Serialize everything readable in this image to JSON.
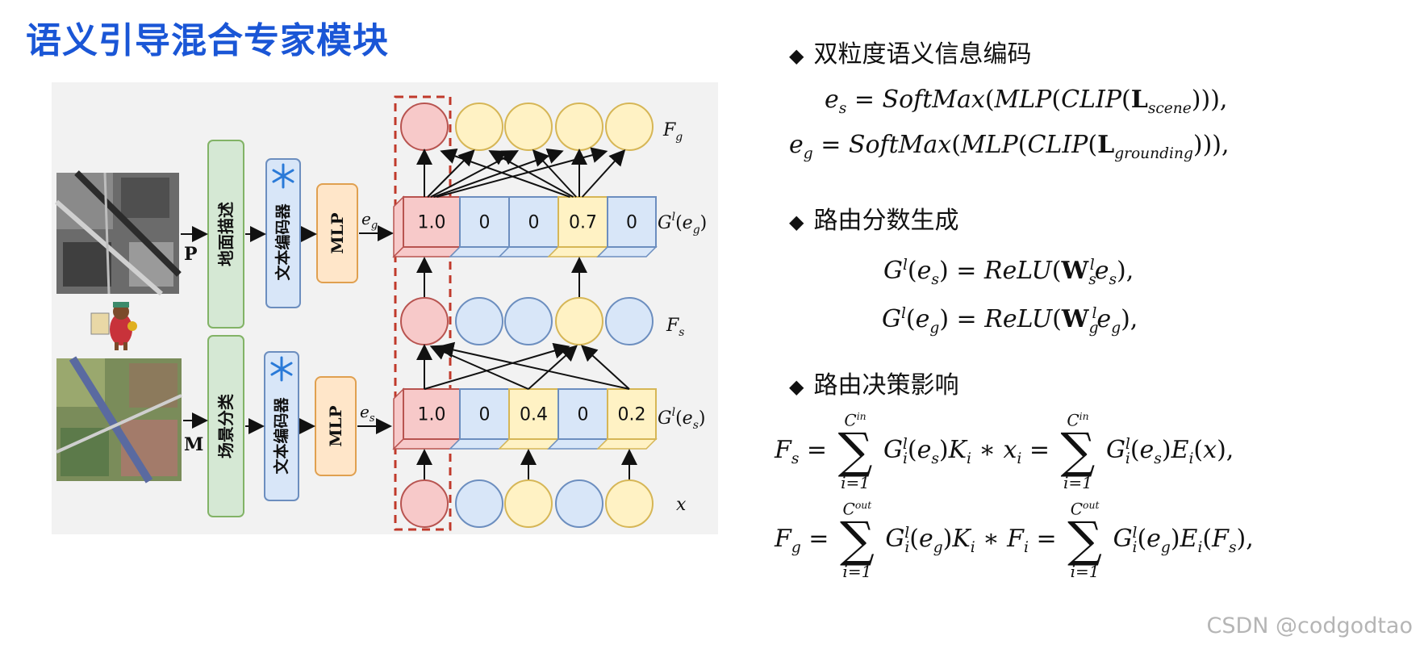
{
  "title": "语义引导混合专家模块",
  "diagram": {
    "input_labels": {
      "top": "P",
      "bottom": "M"
    },
    "blocks": {
      "ground_desc": "地面描述",
      "scene_class": "场景分类",
      "text_encoder_top": "文本编码器",
      "text_encoder_bottom": "文本编码器",
      "mlp_top": "MLP",
      "mlp_bottom": "MLP"
    },
    "embed_labels": {
      "top": "e_g",
      "bottom": "e_s"
    },
    "gate_top": {
      "values": [
        "1.0",
        "0",
        "0",
        "0.7",
        "0"
      ],
      "active": [
        true,
        false,
        false,
        true,
        false
      ],
      "label": "G^l(e_g)"
    },
    "gate_bottom": {
      "values": [
        "1.0",
        "0",
        "0.4",
        "0",
        "0.2"
      ],
      "active": [
        true,
        false,
        true,
        false,
        true
      ],
      "label": "G^l(e_s)"
    },
    "row_labels": {
      "fg": "F_g",
      "fs": "F_s",
      "x": "x"
    },
    "colors": {
      "red_fill": "#f7c9c9",
      "red_stroke": "#b85450",
      "blue_fill": "#d8e6f8",
      "blue_stroke": "#6c8ebf",
      "yellow_fill": "#fff2c4",
      "yellow_stroke": "#d6b656",
      "green_fill": "#d5e8d4",
      "green_stroke": "#82b366",
      "orange_fill": "#ffe6c9",
      "orange_stroke": "#e0a050",
      "panel_bg": "#f2f2f2",
      "dashed": "#c0392b"
    }
  },
  "right": {
    "sections": [
      "双粒度语义信息编码",
      "路由分数生成",
      "路由决策影响"
    ],
    "sum_limits": {
      "lower": "i=1",
      "upper_in": "C^in",
      "upper_out": "C^out"
    }
  },
  "watermark": "CSDN @codgodtao"
}
